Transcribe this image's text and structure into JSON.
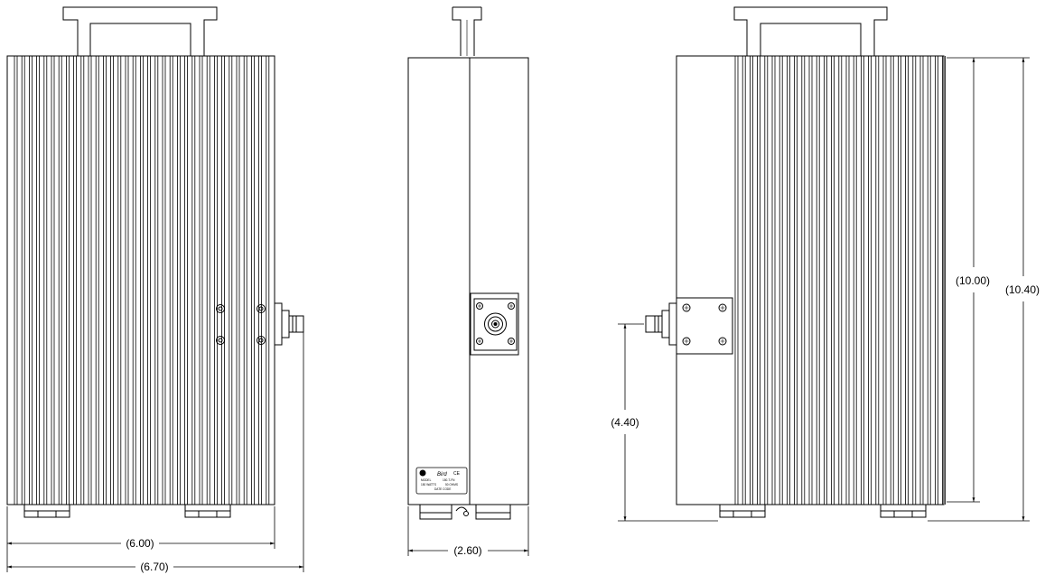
{
  "colors": {
    "line": "#000000",
    "background": "#ffffff",
    "fin_shade": "#ededed"
  },
  "dimensions": {
    "front_inner_width": "(6.00)",
    "front_outer_width": "(6.70)",
    "side_width": "(2.60)",
    "rear_body_height": "(10.00)",
    "rear_total_height": "(10.40)",
    "rear_connector_height": "(4.40)"
  },
  "label_plate": {
    "brand": "Bird",
    "mark": "CE",
    "model_line": "MODEL",
    "model_number": "150-T-FN",
    "power_line": "150 WATTS",
    "impedance_line": "50 OHMS",
    "date_line": "DATE CODE"
  }
}
